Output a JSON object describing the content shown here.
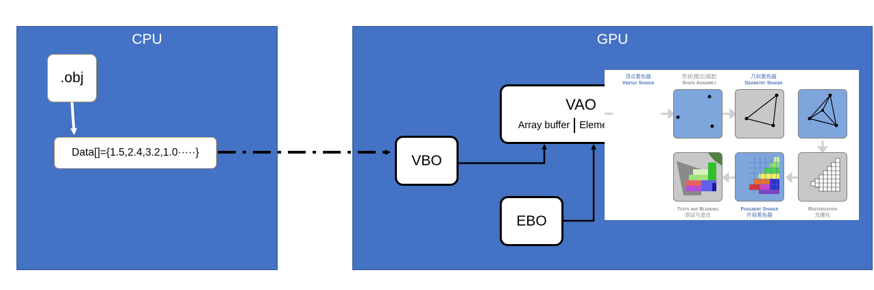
{
  "cpu": {
    "title": "CPU",
    "obj_label": ".obj",
    "data_label": "Data[]={1.5,2.4,3.2,1.0·····}"
  },
  "gpu": {
    "title": "GPU",
    "vbo_label": "VBO",
    "ebo_label": "EBO",
    "vao": {
      "title": "VAO",
      "array_buffer": "Array buffer",
      "element_buffer": "Element buffer"
    }
  },
  "pipeline": {
    "vertex_shader": {
      "zh": "顶点着色器",
      "en": "Vertex Shader"
    },
    "shape_assembly": {
      "zh": "形状(图元)装配",
      "en": "Shape Assembly"
    },
    "geometry_shader": {
      "zh": "几何着色器",
      "en": "Geometry Shader"
    },
    "tests_blending": {
      "en": "Tests and Blending",
      "zh": "测试与混合"
    },
    "fragment_shader": {
      "en": "Fragment Shader",
      "zh": "片段着色器"
    },
    "rasterization": {
      "en": "Rasterization",
      "zh": "光栅化"
    }
  },
  "colors": {
    "panel": "#4472c4",
    "stage_blue": "#7ea6dd",
    "stage_grey": "#c8c8c8",
    "label_blue": "#4a6fb5"
  }
}
